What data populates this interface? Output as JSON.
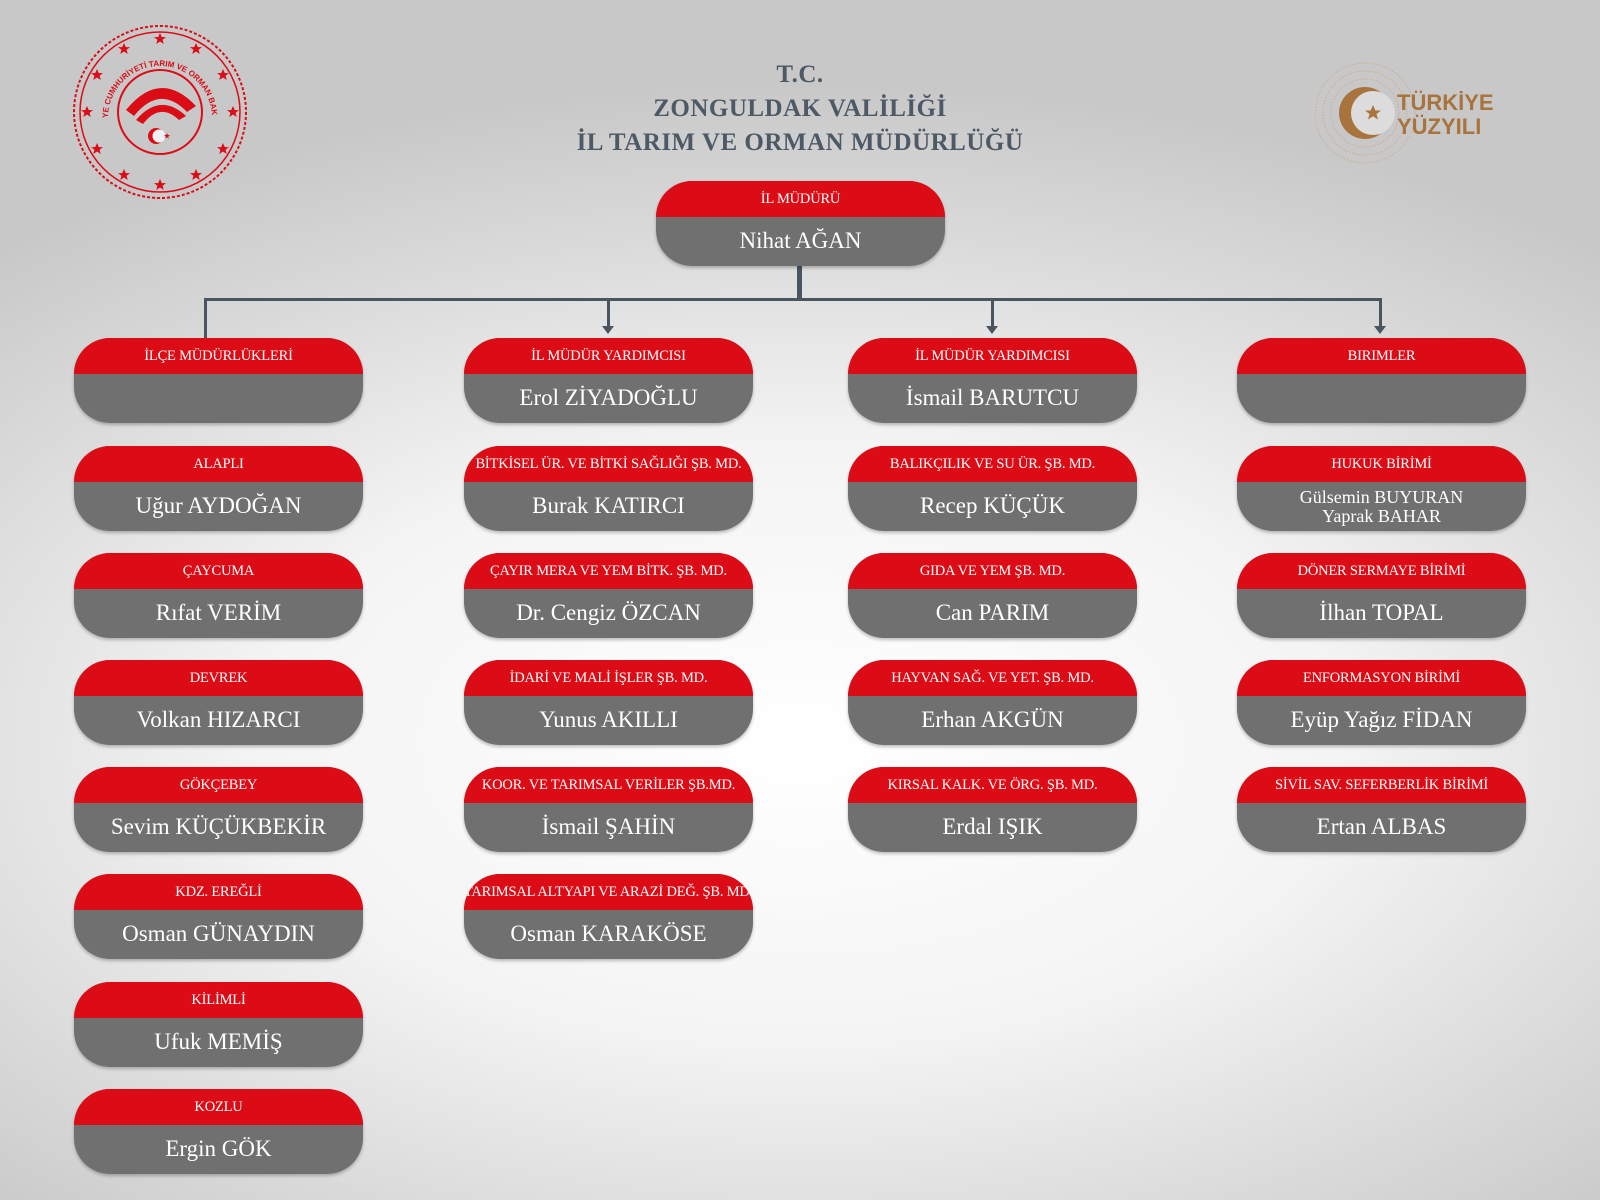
{
  "header": {
    "line1": "T.C.",
    "line2": "ZONGULDAK VALİLİĞİ",
    "line3": "İL TARIM VE ORMAN MÜDÜRLÜĞÜ"
  },
  "logos": {
    "ministry_seal": "TÜRKİYE CUMHURİYETİ TARIM VE ORMAN BAKANLIĞI",
    "century_logo_line1": "TÜRKİYE",
    "century_logo_line2": "YÜZYILI"
  },
  "colors": {
    "header_red": "#dc0c17",
    "name_gray": "#707070",
    "connector": "#4a5560",
    "title": "#4e5966"
  },
  "director": {
    "title": "İL MÜDÜRÜ",
    "name": "Nihat AĞAN"
  },
  "columns": [
    {
      "head": {
        "title": "İLÇE MÜDÜRLÜKLERİ",
        "names": []
      },
      "items": [
        {
          "title": "ALAPLI",
          "names": [
            "Uğur AYDOĞAN"
          ]
        },
        {
          "title": "ÇAYCUMA",
          "names": [
            "Rıfat VERİM"
          ]
        },
        {
          "title": "DEVREK",
          "names": [
            "Volkan HIZARCI"
          ]
        },
        {
          "title": "GÖKÇEBEY",
          "names": [
            "Sevim KÜÇÜKBEKİR"
          ]
        },
        {
          "title": "KDZ. EREĞLİ",
          "names": [
            "Osman GÜNAYDIN"
          ]
        },
        {
          "title": "KİLİMLİ",
          "names": [
            "Ufuk MEMİŞ"
          ]
        },
        {
          "title": "KOZLU",
          "names": [
            "Ergin GÖK"
          ]
        }
      ]
    },
    {
      "head": {
        "title": "İL MÜDÜR YARDIMCISI",
        "names": [
          "Erol ZİYADOĞLU"
        ]
      },
      "items": [
        {
          "title": "BİTKİSEL ÜR. VE BİTKİ SAĞLIĞI ŞB. MD.",
          "names": [
            "Burak KATIRCI"
          ]
        },
        {
          "title": "ÇAYIR MERA VE YEM BİTK. ŞB. MD.",
          "names": [
            "Dr. Cengiz ÖZCAN"
          ]
        },
        {
          "title": "İDARİ VE MALİ İŞLER ŞB. MD.",
          "names": [
            "Yunus AKILLI"
          ]
        },
        {
          "title": "KOOR. VE TARIMSAL VERİLER ŞB.MD.",
          "names": [
            "İsmail ŞAHİN"
          ]
        },
        {
          "title": "TARIMSAL ALTYAPI VE ARAZİ DEĞ. ŞB. MD.",
          "names": [
            "Osman KARAKÖSE"
          ]
        }
      ]
    },
    {
      "head": {
        "title": "İL MÜDÜR YARDIMCISI",
        "names": [
          "İsmail BARUTCU"
        ]
      },
      "items": [
        {
          "title": "BALIKÇILIK VE SU ÜR. ŞB. MD.",
          "names": [
            "Recep KÜÇÜK"
          ]
        },
        {
          "title": "GIDA VE YEM ŞB. MD.",
          "names": [
            "Can PARIM"
          ]
        },
        {
          "title": "HAYVAN SAĞ. VE YET. ŞB. MD.",
          "names": [
            "Erhan AKGÜN"
          ]
        },
        {
          "title": "KIRSAL KALK. VE ÖRG. ŞB. MD.",
          "names": [
            "Erdal IŞIK"
          ]
        }
      ]
    },
    {
      "head": {
        "title": "BIRIMLER",
        "names": []
      },
      "items": [
        {
          "title": "HUKUK BİRİMİ",
          "names": [
            "Gülsemin BUYURAN",
            "Yaprak BAHAR"
          ]
        },
        {
          "title": "DÖNER SERMAYE BİRİMİ",
          "names": [
            "İlhan TOPAL"
          ]
        },
        {
          "title": "ENFORMASYON BİRİMİ",
          "names": [
            "Eyüp Yağız FİDAN"
          ]
        },
        {
          "title": "SİVİL SAV. SEFERBERLİK BİRİMİ",
          "names": [
            "Ertan ALBAS"
          ]
        }
      ]
    }
  ]
}
